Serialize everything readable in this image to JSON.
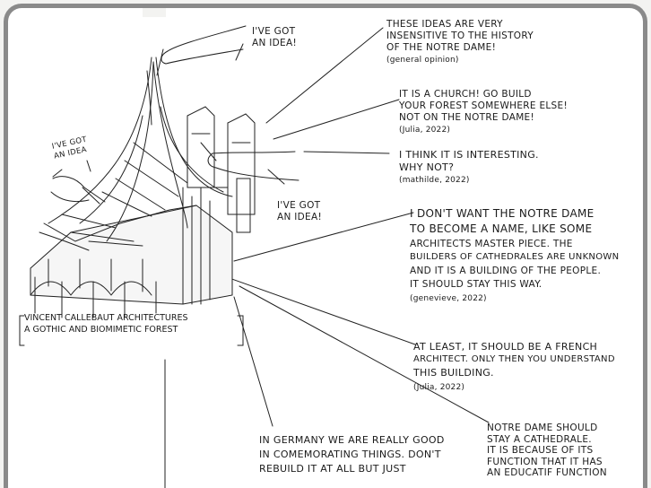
{
  "speech": {
    "idea_top": [
      "I'VE GOT",
      "AN IDEA!"
    ],
    "idea_left": [
      "I'VE GOT",
      "AN IDEA"
    ],
    "idea_right": [
      "I'VE GOT",
      "AN IDEA!"
    ]
  },
  "caption": {
    "line1": "VINCENT CALLEBAUT ARCHITECTURES",
    "line2": "A GOTHIC AND BIOMIMETIC FOREST"
  },
  "notes": [
    {
      "lines": [
        "THESE IDEAS ARE VERY",
        "INSENSITIVE TO THE HISTORY",
        "OF THE NOTRE DAME!"
      ],
      "signature": "(general opinion)"
    },
    {
      "lines": [
        "IT IS A CHURCH! GO BUILD",
        "YOUR FOREST SOMEWHERE ELSE!",
        "NOT ON THE NOTRE DAME!"
      ],
      "signature": "(Julia, 2022)"
    },
    {
      "lines": [
        "I THINK IT IS INTERESTING.",
        "WHY NOT?"
      ],
      "signature": "(mathilde, 2022)"
    },
    {
      "lines": [
        "I DON'T WANT THE NOTRE DAME",
        "TO BECOME A NAME, LIKE SOME",
        "ARCHITECTS MASTER PIECE. THE",
        "BUILDERS OF CATHEDRALES ARE UNKNOWN",
        "AND IT IS A BUILDING OF THE PEOPLE.",
        "IT SHOULD STAY THIS WAY."
      ],
      "signature": "(genevieve, 2022)"
    },
    {
      "lines": [
        "AT LEAST, IT SHOULD BE A FRENCH",
        "ARCHITECT. ONLY THEN YOU UNDERSTAND",
        "THIS BUILDING."
      ],
      "signature": "(Julia, 2022)"
    },
    {
      "lines": [
        "NOTRE DAME SHOULD",
        "STAY A CATHEDRALE.",
        "IT IS BECAUSE OF ITS",
        "FUNCTION THAT IT HAS",
        "AN EDUCATIF FUNCTION"
      ],
      "signature": ""
    },
    {
      "lines": [
        "IN GERMANY WE ARE REALLY GOOD",
        "IN COMEMORATING THINGS. DON'T",
        "REBUILD IT AT ALL BUT JUST"
      ],
      "signature": ""
    }
  ]
}
